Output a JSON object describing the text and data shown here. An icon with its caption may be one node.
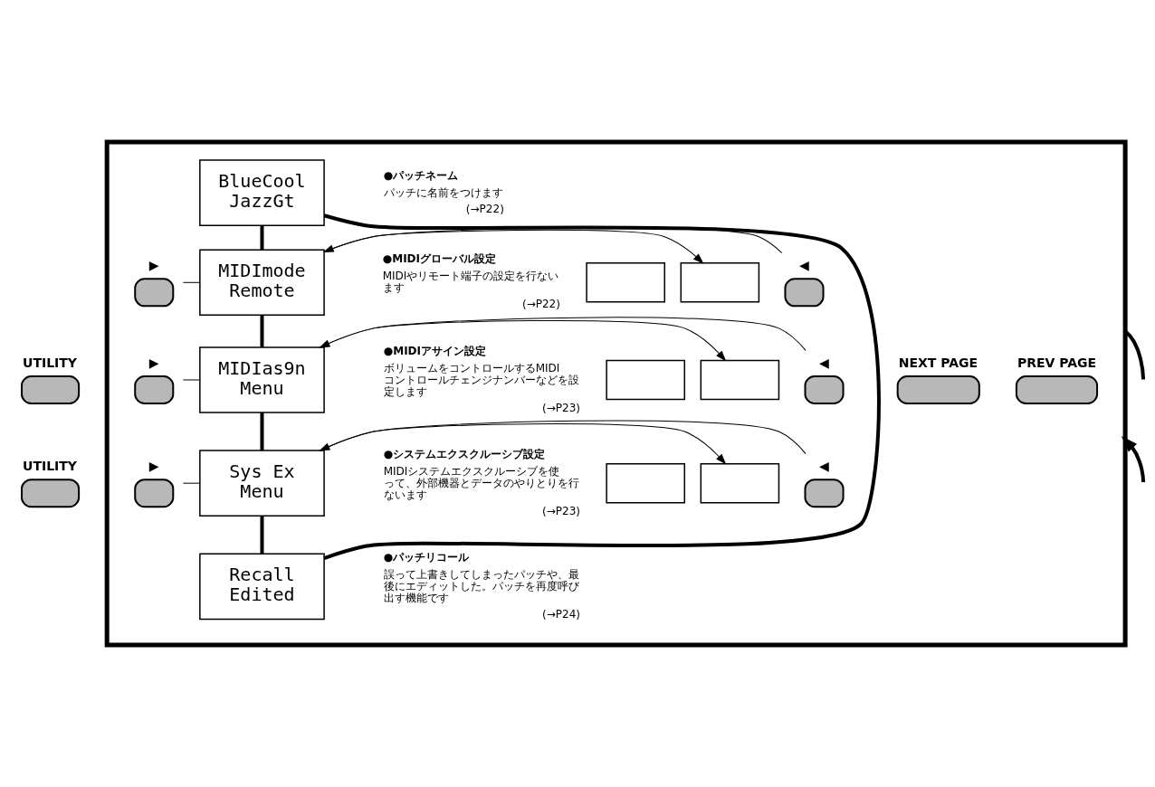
{
  "diagram": {
    "nodes": [
      {
        "text": [
          "UTILITY"
        ]
      },
      {
        "text": [
          "UTILITY"
        ]
      },
      {
        "text": [],
        "shape": "box"
      },
      {
        "text": [
          "NEXT PAGE"
        ],
        "in": 2
      },
      {
        "text": [
          "PREV PAGE"
        ],
        "in": 2
      },
      {
        "text": [
          "BlueCool",
          "JazzGt"
        ],
        "in": 2
      },
      {
        "text": [
          "MIDImode",
          "Remote"
        ],
        "in": 2
      },
      {
        "text": [],
        "shape": "box",
        "in": 2
      },
      {
        "text": [],
        "shape": "box",
        "in": 2
      },
      {
        "text": [
          "◀"
        ],
        "in": 2
      },
      {
        "text": [
          "▶"
        ],
        "in": 2
      },
      {
        "text": [
          "MIDIas9n",
          "Menu"
        ],
        "in": 2
      },
      {
        "text": [],
        "shape": "box",
        "in": 2
      },
      {
        "text": [],
        "shape": "box",
        "in": 2
      },
      {
        "text": [
          "◀"
        ],
        "in": 2
      },
      {
        "text": [
          "▶"
        ],
        "in": 2
      },
      {
        "text": [
          "Sys Ex",
          "Menu"
        ],
        "in": 2
      },
      {
        "text": [],
        "shape": "box",
        "in": 2
      },
      {
        "text": [],
        "shape": "box",
        "in": 2
      },
      {
        "text": [
          "◀"
        ],
        "in": 2
      },
      {
        "text": [
          "▶"
        ],
        "in": 2
      },
      {
        "text": [
          "Recall",
          "Edited"
        ],
        "in": 2
      }
    ],
    "edges": [
      {
        "from": null,
        "to": 2,
        "arrow": "none",
        "style": "thick"
      },
      {
        "from": null,
        "to": 2,
        "arrow": "to",
        "style": "thick"
      },
      {
        "from": 5,
        "to": 6,
        "arrow": "none",
        "style": "thick"
      },
      {
        "from": 6,
        "to": 11,
        "arrow": "none",
        "style": "thick"
      },
      {
        "from": 11,
        "to": 16,
        "arrow": "none",
        "style": "thick"
      },
      {
        "from": 16,
        "to": 21,
        "arrow": "none",
        "style": "thick"
      },
      {
        "from": 21,
        "to": 5,
        "arrow": "none",
        "style": "thick"
      },
      {
        "from": 6,
        "to": 8,
        "arrow": "both"
      },
      {
        "from": 9,
        "to": 6,
        "arrow": "none"
      },
      {
        "from": 10,
        "to": 6,
        "arrow": "none"
      },
      {
        "from": 11,
        "to": 13,
        "arrow": "both"
      },
      {
        "from": 14,
        "to": 11,
        "arrow": "none"
      },
      {
        "from": 15,
        "to": 11,
        "arrow": "none"
      },
      {
        "from": 16,
        "to": 18,
        "arrow": "both"
      },
      {
        "from": 19,
        "to": 16,
        "arrow": "none"
      },
      {
        "from": 20,
        "to": 16,
        "arrow": "none"
      }
    ],
    "labels": [
      "●パッチネーム",
      "パッチに名前をつけます",
      "(→P22)",
      "●MIDIグローバル設定",
      "MIDIやリモート端子の設定を行ないます",
      "(→P22)",
      "●MIDIアサイン設定",
      "ボリュームをコントロールするMIDIコントロールチェンジナンバーなどを設定します",
      "(→P23)",
      "●システムエクスクルーシブ設定",
      "MIDIシステムエクスクルーシブを使って、外部機器とデータのやりとりを行ないます",
      "(→P23)",
      "●パッチリコール",
      "誤って上書きしてしまったパッチや、最後にエディットした。パッチを再度呼び出す機能です",
      "(→P24)"
    ]
  }
}
